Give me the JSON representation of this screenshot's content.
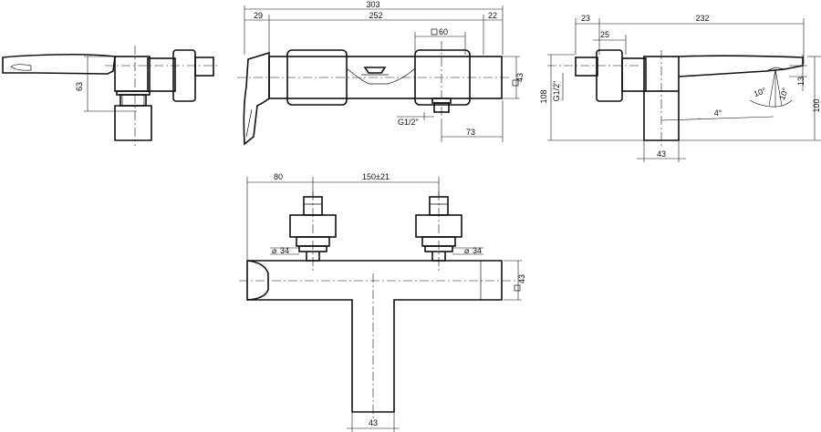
{
  "dimensions": {
    "side_left": {
      "height_63": "63"
    },
    "front": {
      "total_width": "303",
      "left_offset": "29",
      "center_span": "252",
      "right_offset": "22",
      "square_60": "60",
      "square_43": "43",
      "thread": "G1/2\"",
      "thread_to_end": "73"
    },
    "side_right": {
      "offset_23": "23",
      "spout_reach": "232",
      "offset_25": "25",
      "thread": "G1/2\"",
      "height_108": "108",
      "height_100": "100",
      "drop_13": "13",
      "angle_10a": "10°",
      "angle_10b": "10°",
      "angle_4": "4°",
      "body_43": "43"
    },
    "top": {
      "left_80": "80",
      "spacing": "150±21",
      "dia_left": "34",
      "dia_right": "34",
      "square_43": "43",
      "spout_43": "43"
    }
  }
}
